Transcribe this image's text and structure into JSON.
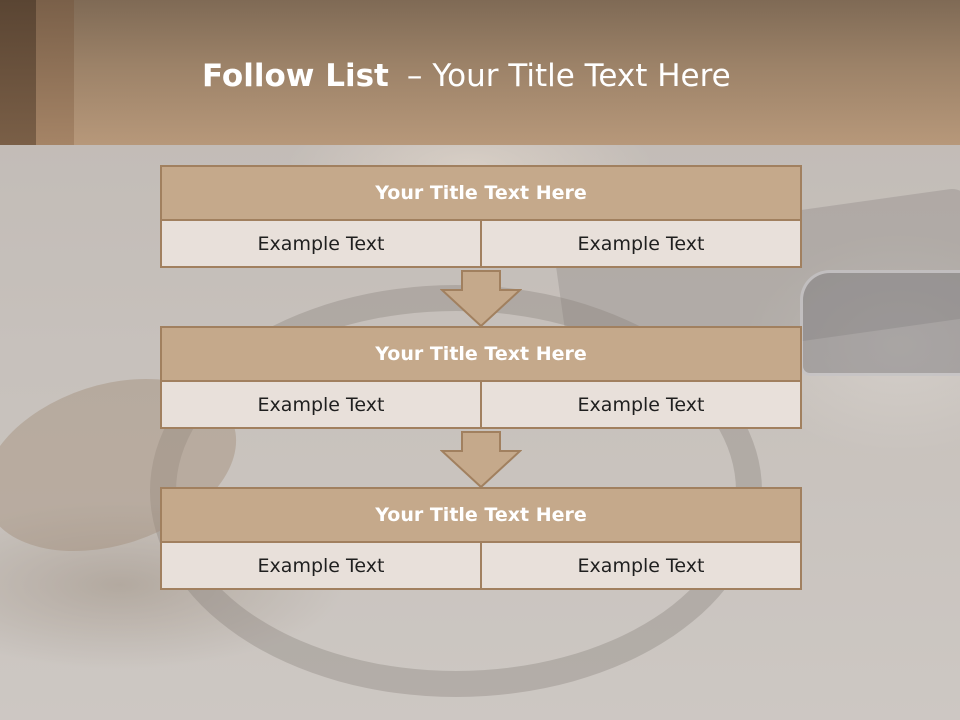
{
  "slide": {
    "title_bold": "Follow List",
    "title_sep": "–",
    "title_rest": "Your Title Text Here"
  },
  "flow": {
    "steps": [
      {
        "title": "Your Title Text Here",
        "left": "Example Text",
        "right": "Example Text"
      },
      {
        "title": "Your Title Text Here",
        "left": "Example Text",
        "right": "Example Text"
      },
      {
        "title": "Your Title Text Here",
        "left": "Example Text",
        "right": "Example Text"
      }
    ]
  },
  "colors": {
    "header": "#9c8268",
    "block_title": "#c5a98b",
    "block_border": "#a1805f",
    "cell": "#e8e0da",
    "arrow": "#c5a98b"
  }
}
